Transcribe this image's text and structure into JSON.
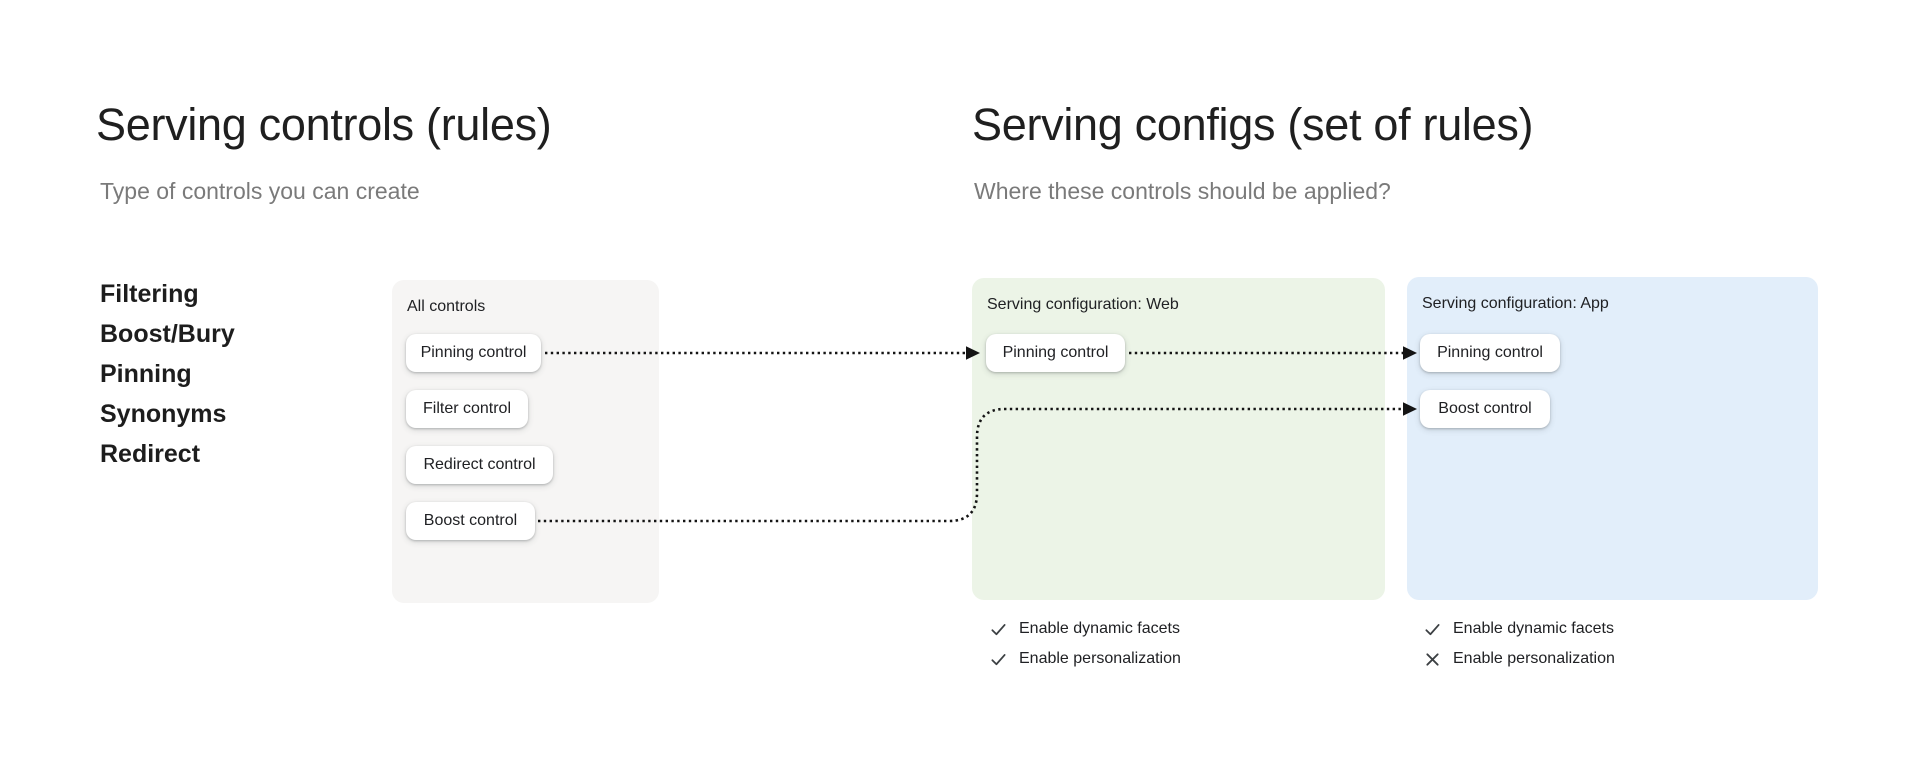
{
  "left_section": {
    "title": "Serving controls (rules)",
    "subtitle": "Type of controls you can create",
    "control_types": [
      "Filtering",
      "Boost/Bury",
      "Pinning",
      "Synonyms",
      "Redirect"
    ],
    "all_controls_card": {
      "label": "All controls",
      "buttons": [
        "Pinning control",
        "Filter control",
        "Redirect control",
        "Boost control"
      ]
    }
  },
  "right_section": {
    "title": "Serving configs (set of rules)",
    "subtitle": "Where these controls should be applied?",
    "configs": [
      {
        "label": "Serving configuration: Web",
        "buttons": [
          "Pinning control"
        ],
        "settings": [
          {
            "icon": "check",
            "text": "Enable dynamic facets"
          },
          {
            "icon": "check",
            "text": "Enable personalization"
          }
        ]
      },
      {
        "label": "Serving configuration: App",
        "buttons": [
          "Pinning control",
          "Boost control"
        ],
        "settings": [
          {
            "icon": "check",
            "text": "Enable dynamic facets"
          },
          {
            "icon": "cross",
            "text": "Enable personalization"
          }
        ]
      }
    ]
  },
  "connections": [
    {
      "from": "All controls: Pinning control",
      "to": "Serving configuration Web: Pinning control",
      "style": "dotted-arrow"
    },
    {
      "from": "Serving configuration Web: Pinning control",
      "to": "Serving configuration App: Pinning control",
      "style": "dotted-arrow"
    },
    {
      "from": "All controls: Boost control",
      "to": "Serving configuration App: Boost control",
      "style": "dotted-arrow"
    }
  ],
  "colors": {
    "background": "#ffffff",
    "all_controls_card_bg": "#f6f5f4",
    "web_card_bg": "#ecf4e7",
    "app_card_bg": "#e2eefa",
    "title_text": "#1f1f1f",
    "subtitle_text": "#7a7a7a",
    "body_text": "#202124",
    "icon_gray": "#3c4043",
    "arrow_line": "#141414"
  }
}
